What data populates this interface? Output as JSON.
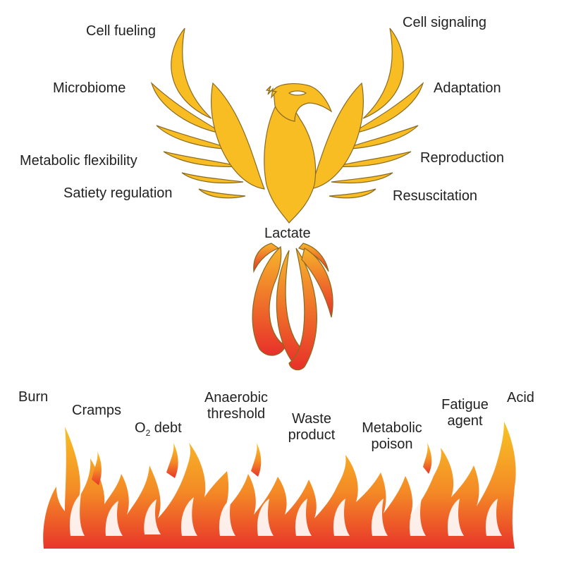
{
  "center_label": "Lactate",
  "bird_benefits_left": [
    "Cell fueling",
    "Microbiome",
    "Metabolic flexibility",
    "Satiety regulation"
  ],
  "bird_benefits_right": [
    "Cell signaling",
    "Adaptation",
    "Reproduction",
    "Resuscitation"
  ],
  "fire_misconceptions": {
    "burn": "Burn",
    "cramps": "Cramps",
    "o2_debt": {
      "prefix": "O",
      "subscript": "2",
      "suffix": " debt"
    },
    "anaerobic_threshold": [
      "Anaerobic",
      "threshold"
    ],
    "waste_product": [
      "Waste",
      "product"
    ],
    "metabolic_poison": [
      "Metabolic",
      "poison"
    ],
    "fatigue_agent": [
      "Fatigue",
      "agent"
    ],
    "acid": "Acid"
  },
  "colors": {
    "phoenix_fill": "#f9bd24",
    "outline": "#8a6a20",
    "tail_top": "#f6b52b",
    "tail_bottom": "#e8302a",
    "flame_top": "#f7c425",
    "flame_bottom": "#e8352a"
  }
}
